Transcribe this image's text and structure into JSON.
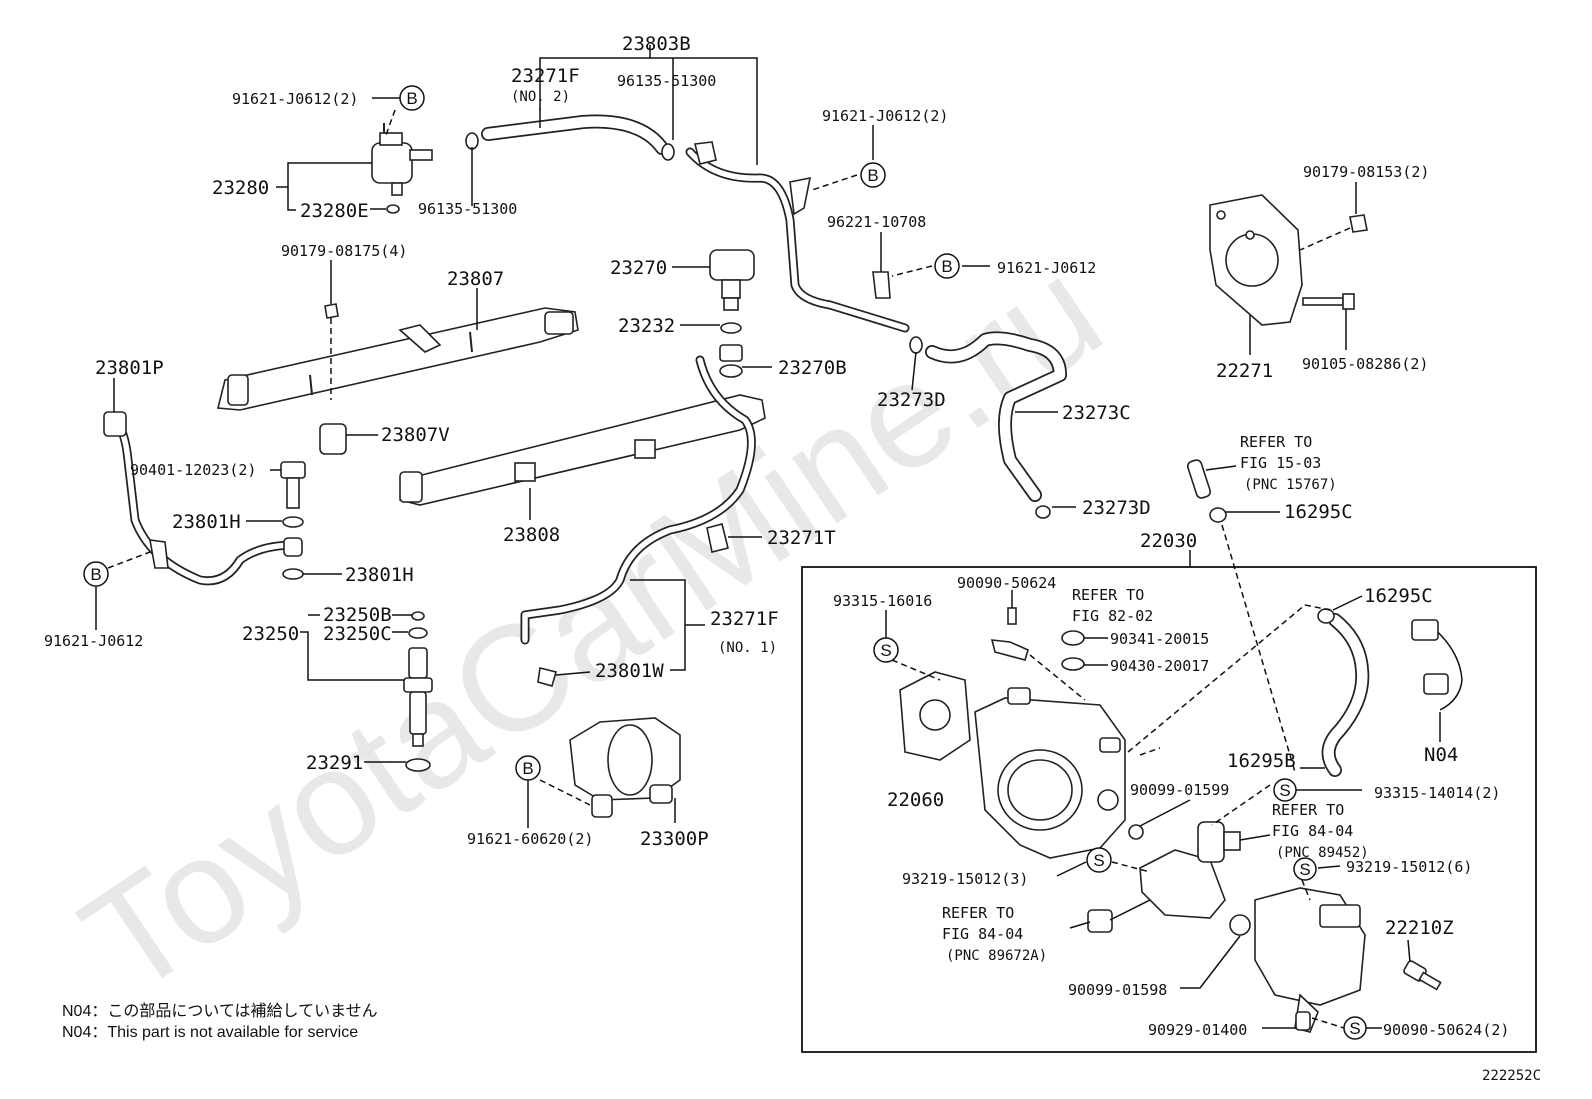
{
  "labels": {
    "p23803B": "23803B",
    "p23271F_no2": "23271F",
    "no2": "(NO. 2)",
    "p96135_top": "96135-51300",
    "p91621_top_left": "91621-J0612(2)",
    "p23280": "23280",
    "p23280E": "23280E",
    "p96135_mid": "96135-51300",
    "p91621_top_right": "91621-J0612(2)",
    "p96221": "96221-10708",
    "p91621_mid": "91621-J0612",
    "p90179_08175": "90179-08175(4)",
    "p23807": "23807",
    "p23270": "23270",
    "p23232": "23232",
    "p23270B": "23270B",
    "p23273D_a": "23273D",
    "p23273C": "23273C",
    "p23273D_b": "23273D",
    "p90179_08153": "90179-08153(2)",
    "p22271": "22271",
    "p90105": "90105-08286(2)",
    "p23801P": "23801P",
    "p23807V": "23807V",
    "p90401": "90401-12023(2)",
    "p23801H_a": "23801H",
    "p23801H_b": "23801H",
    "p23808": "23808",
    "p23271T": "23271T",
    "p91621_left": "91621-J0612",
    "p23250B": "23250B",
    "p23250": "23250",
    "p23250C": "23250C",
    "p23271F_no1": "23271F",
    "no1": "(NO. 1)",
    "p23801W": "23801W",
    "p23291": "23291",
    "p91621_60620": "91621-60620(2)",
    "p23300P": "23300P",
    "refer_15_03_a": "REFER TO",
    "refer_15_03_b": "FIG 15-03",
    "refer_15_03_c": "(PNC 15767)",
    "p16295C_a": "16295C",
    "p22030": "22030",
    "p93315_16016": "93315-16016",
    "p90090_50624_a": "90090-50624",
    "refer_82_02_a": "REFER TO",
    "refer_82_02_b": "FIG 82-02",
    "p90341": "90341-20015",
    "p90430": "90430-20017",
    "p16295C_b": "16295C",
    "p22060": "22060",
    "p16295B": "16295B",
    "pN04": "N04",
    "p90099_01599": "90099-01599",
    "p93315_14014": "93315-14014(2)",
    "refer_84_04a_a": "REFER TO",
    "refer_84_04a_b": "FIG 84-04",
    "refer_84_04a_c": "(PNC 89452)",
    "p93219_a": "93219-15012(3)",
    "p93219_b": "93219-15012(6)",
    "refer_84_04b_a": "REFER TO",
    "refer_84_04b_b": "FIG 84-04",
    "refer_84_04b_c": "(PNC 89672A)",
    "p22210Z": "22210Z",
    "p90099_01598": "90099-01598",
    "p90929": "90929-01400",
    "p90090_50624_b": "90090-50624(2)",
    "figure_code": "222252C"
  },
  "callouts": {
    "B": "B",
    "S": "S"
  },
  "notes": {
    "jp": "N04：この部品については補給していません",
    "en": "N04：This part is not available for service"
  },
  "watermark": "ToyotaCarMine.ru"
}
